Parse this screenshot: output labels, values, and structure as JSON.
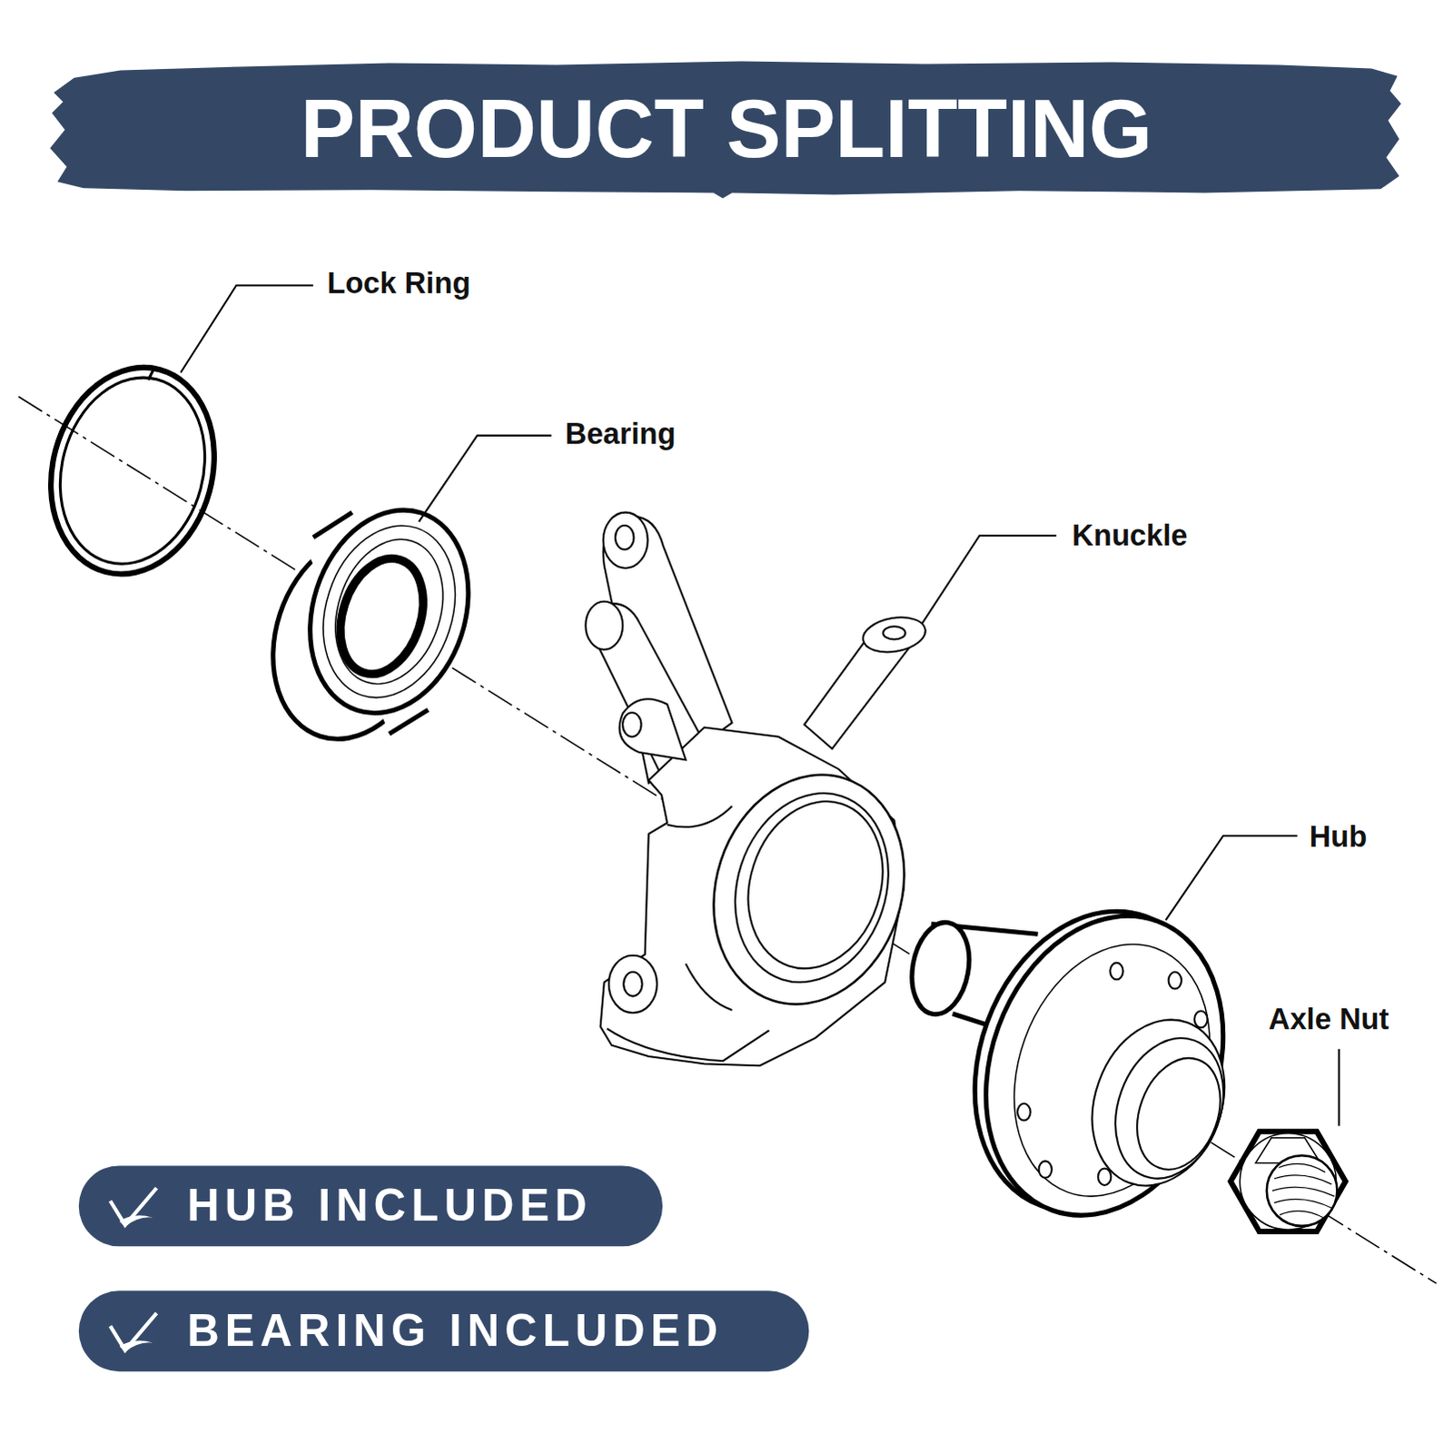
{
  "diagram": {
    "title": "PRODUCT SPLITTING",
    "nodes": [
      {
        "text": [
          "HUB INCLUDED"
        ]
      },
      {
        "text": [
          "BEARING INCLUDED"
        ]
      }
    ],
    "labels": [
      "Lock Ring",
      "Bearing",
      "Knuckle",
      "Hub",
      "Axle Nut"
    ]
  }
}
